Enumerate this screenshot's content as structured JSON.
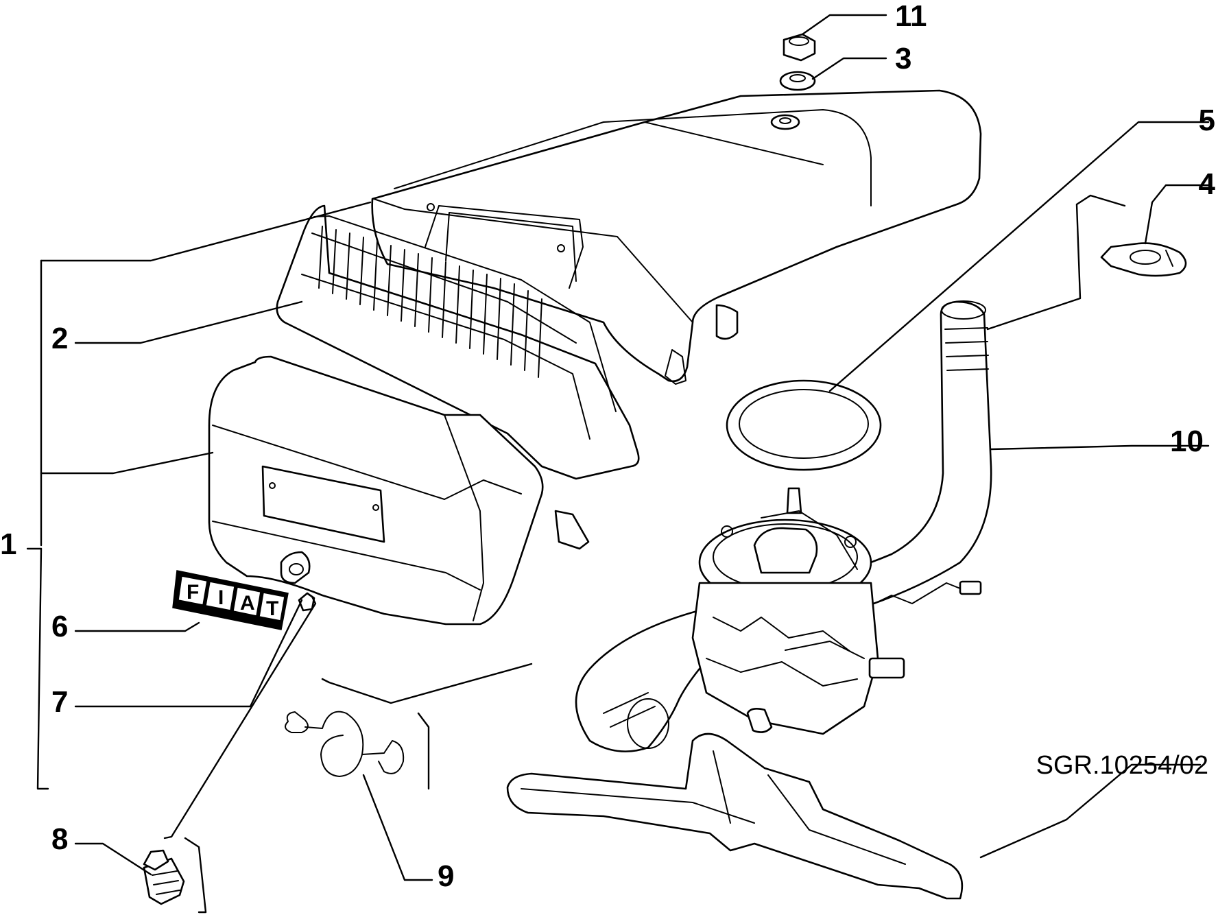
{
  "diagram": {
    "reference_code": "SGR.10254/02",
    "brand_logo_text": [
      "F",
      "I",
      "A",
      "T"
    ],
    "callouts": [
      {
        "id": "callout-1",
        "label": "1"
      },
      {
        "id": "callout-2",
        "label": "2"
      },
      {
        "id": "callout-3",
        "label": "3"
      },
      {
        "id": "callout-4",
        "label": "4"
      },
      {
        "id": "callout-5",
        "label": "5"
      },
      {
        "id": "callout-6",
        "label": "6"
      },
      {
        "id": "callout-7",
        "label": "7"
      },
      {
        "id": "callout-8",
        "label": "8"
      },
      {
        "id": "callout-9",
        "label": "9"
      },
      {
        "id": "callout-10",
        "label": "10"
      },
      {
        "id": "callout-11",
        "label": "11"
      }
    ]
  }
}
